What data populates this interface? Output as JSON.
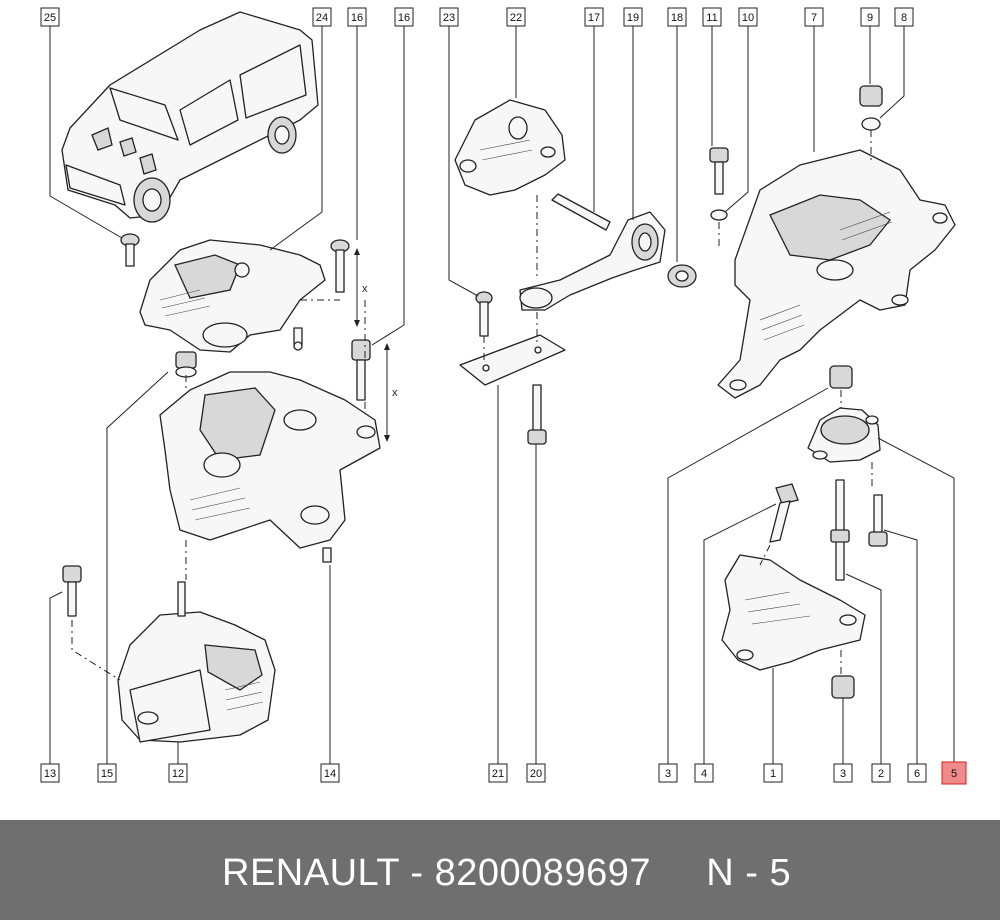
{
  "footer": {
    "brand": "RENAULT",
    "separator": " - ",
    "part_number": "8200089697",
    "ref": "N - 5"
  },
  "highlight_color": "#f08a8a",
  "callouts": [
    {
      "id": "c25",
      "label": "25",
      "highlight": false
    },
    {
      "id": "c24",
      "label": "24",
      "highlight": false
    },
    {
      "id": "c16a",
      "label": "16",
      "highlight": false
    },
    {
      "id": "c16b",
      "label": "16",
      "highlight": false
    },
    {
      "id": "c23",
      "label": "23",
      "highlight": false
    },
    {
      "id": "c22",
      "label": "22",
      "highlight": false
    },
    {
      "id": "c17",
      "label": "17",
      "highlight": false
    },
    {
      "id": "c19",
      "label": "19",
      "highlight": false
    },
    {
      "id": "c18",
      "label": "18",
      "highlight": false
    },
    {
      "id": "c11",
      "label": "11",
      "highlight": false
    },
    {
      "id": "c10",
      "label": "10",
      "highlight": false
    },
    {
      "id": "c7",
      "label": "7",
      "highlight": false
    },
    {
      "id": "c9",
      "label": "9",
      "highlight": false
    },
    {
      "id": "c8",
      "label": "8",
      "highlight": false
    },
    {
      "id": "c13",
      "label": "13",
      "highlight": false
    },
    {
      "id": "c15",
      "label": "15",
      "highlight": false
    },
    {
      "id": "c12",
      "label": "12",
      "highlight": false
    },
    {
      "id": "c14",
      "label": "14",
      "highlight": false
    },
    {
      "id": "c21",
      "label": "21",
      "highlight": false
    },
    {
      "id": "c20",
      "label": "20",
      "highlight": false
    },
    {
      "id": "c3a",
      "label": "3",
      "highlight": false
    },
    {
      "id": "c4",
      "label": "4",
      "highlight": false
    },
    {
      "id": "c1",
      "label": "1",
      "highlight": false
    },
    {
      "id": "c3b",
      "label": "3",
      "highlight": false
    },
    {
      "id": "c2",
      "label": "2",
      "highlight": false
    },
    {
      "id": "c6",
      "label": "6",
      "highlight": false
    },
    {
      "id": "c5",
      "label": "5",
      "highlight": true
    }
  ],
  "dimension_marks": [
    "x",
    "x"
  ]
}
